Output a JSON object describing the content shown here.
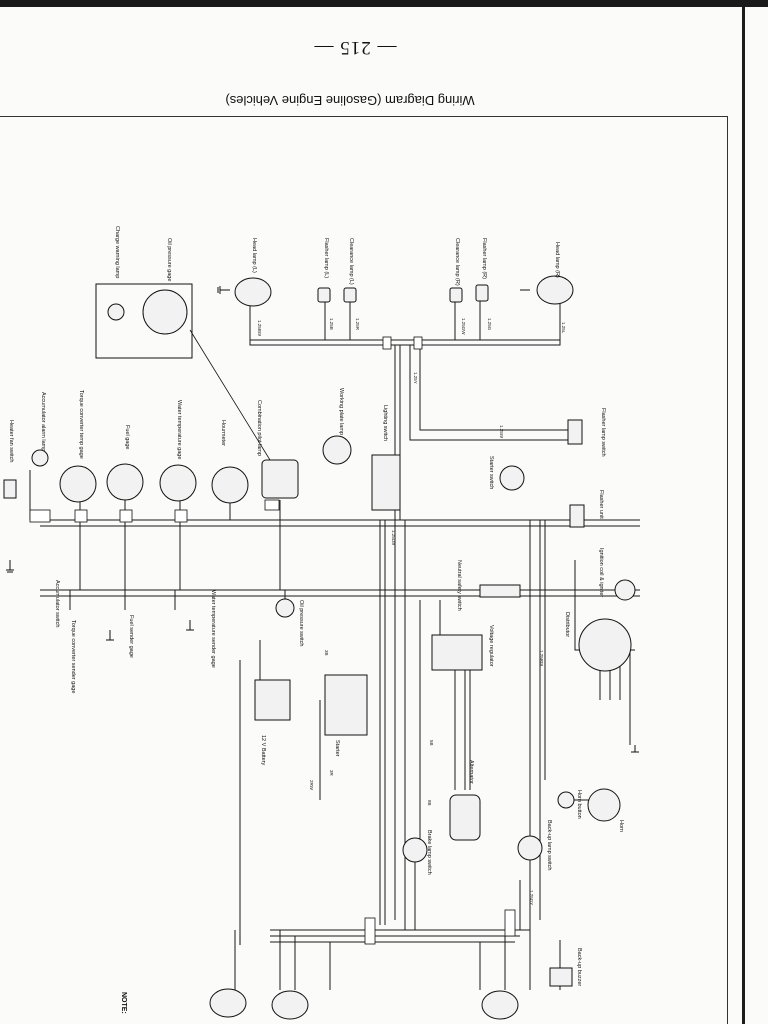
{
  "page": {
    "number": "— 215 —",
    "title": "Wiring Diagram (Gasoline Engine Vehicles)",
    "note": "NOTE:"
  },
  "components": [
    {
      "key": "head_r",
      "label": "Head lamp (R)"
    },
    {
      "key": "flasher_r",
      "label": "Flasher lamp (R)"
    },
    {
      "key": "clear_r",
      "label": "Clearance lamp (R)"
    },
    {
      "key": "clear_l",
      "label": "Clearance lamp (L)"
    },
    {
      "key": "flasher_l",
      "label": "Flasher lamp (L)"
    },
    {
      "key": "head_l",
      "label": "Head lamp (L)"
    },
    {
      "key": "oil_gauge",
      "label": "Oil pressure gage"
    },
    {
      "key": "charge",
      "label": "Charge warning lamp"
    },
    {
      "key": "flasher_sw",
      "label": "Flasher lamp switch"
    },
    {
      "key": "flasher_unit",
      "label": "Flasher unit"
    },
    {
      "key": "starter_sw",
      "label": "Starter switch"
    },
    {
      "key": "lighting_sw",
      "label": "Lighting switch"
    },
    {
      "key": "working_lamp",
      "label": "Working plate lamp"
    },
    {
      "key": "combo_lamp",
      "label": "Combination pilot lamp"
    },
    {
      "key": "hourmeter",
      "label": "Hourmeter"
    },
    {
      "key": "water_gauge",
      "label": "Water temperature gage"
    },
    {
      "key": "fuel_gauge",
      "label": "Fuel gage"
    },
    {
      "key": "torque_gauge",
      "label": "Torque converter temp gage"
    },
    {
      "key": "accum_lamp",
      "label": "Accumulator alarm lamp"
    },
    {
      "key": "heater_sw",
      "label": "Heater fan switch"
    },
    {
      "key": "ignition_coil",
      "label": "Ignition coil & igniter"
    },
    {
      "key": "distributor",
      "label": "Distributor"
    },
    {
      "key": "neutral_sw",
      "label": "Neutral safety switch"
    },
    {
      "key": "water_sender",
      "label": "Water temperature sender gage"
    },
    {
      "key": "oil_sw",
      "label": "Oil pressure switch"
    },
    {
      "key": "fuel_sender",
      "label": "Fuel sender gage"
    },
    {
      "key": "torque_sender",
      "label": "Torque converter sender gage"
    },
    {
      "key": "accum_sw",
      "label": "Accumulator switch"
    },
    {
      "key": "regulator",
      "label": "Voltage regulator"
    },
    {
      "key": "starter",
      "label": "Starter"
    },
    {
      "key": "battery",
      "label": "12 V Battery"
    },
    {
      "key": "alternator",
      "label": "Alternator"
    },
    {
      "key": "horn_button",
      "label": "Horn button"
    },
    {
      "key": "horn",
      "label": "Horn"
    },
    {
      "key": "backup_sw",
      "label": "Back-up lamp switch"
    },
    {
      "key": "brake_sw",
      "label": "Brake lamp switch"
    },
    {
      "key": "backup_buzzer",
      "label": "Back-up buzzer"
    }
  ],
  "wire_labels": [
    "1.25L",
    "1.25G",
    "1.25GW",
    "1.25R",
    "1.25B",
    "1.25BW",
    "1.25Y",
    "1.25W",
    "1.25LW",
    "1.25RW",
    "3B",
    "5B",
    "8B",
    "3R",
    "2RW",
    "1.25GY"
  ]
}
